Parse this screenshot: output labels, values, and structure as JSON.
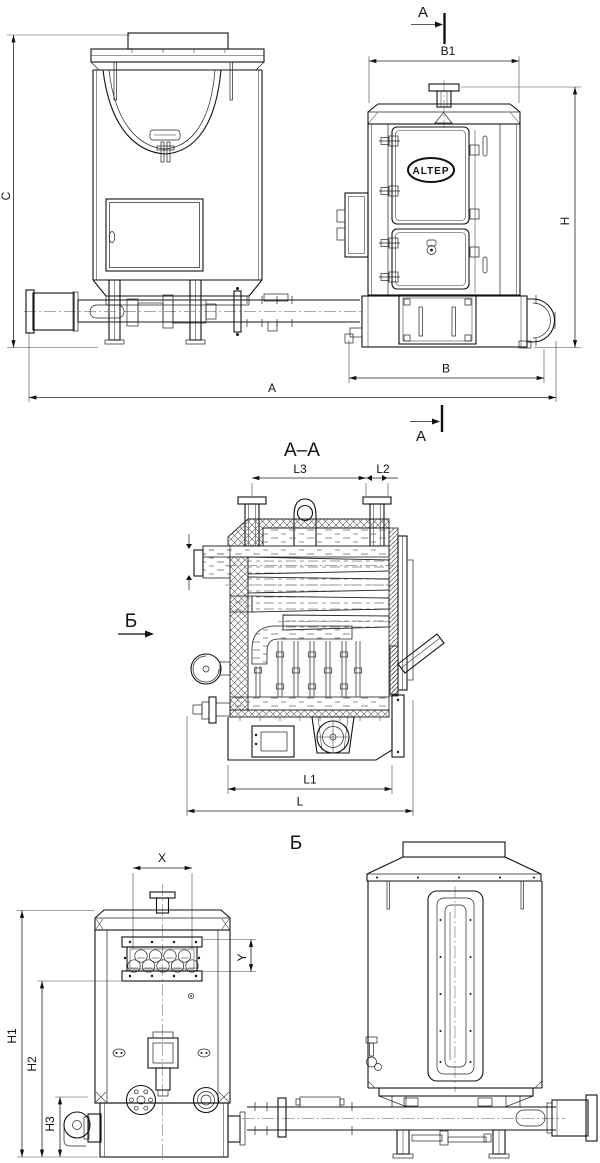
{
  "drawing": {
    "brand": "ALTEP",
    "views": {
      "front": {
        "section_label_top": "А",
        "section_label_bottom": "А",
        "dim_overall_length": "A",
        "dim_base_width": "B",
        "dim_boiler_width": "B1",
        "dim_hopper_height": "C",
        "dim_boiler_height": "H"
      },
      "section": {
        "title": "А–А",
        "dim_l": "L",
        "dim_l1": "L1",
        "dim_l2": "L2",
        "dim_l3": "L3",
        "view_arrow_label": "Б"
      },
      "rear": {
        "title": "Б",
        "dim_x": "X",
        "dim_y": "Y",
        "dim_h1": "H1",
        "dim_h2": "H2",
        "dim_h3": "H3"
      }
    }
  }
}
